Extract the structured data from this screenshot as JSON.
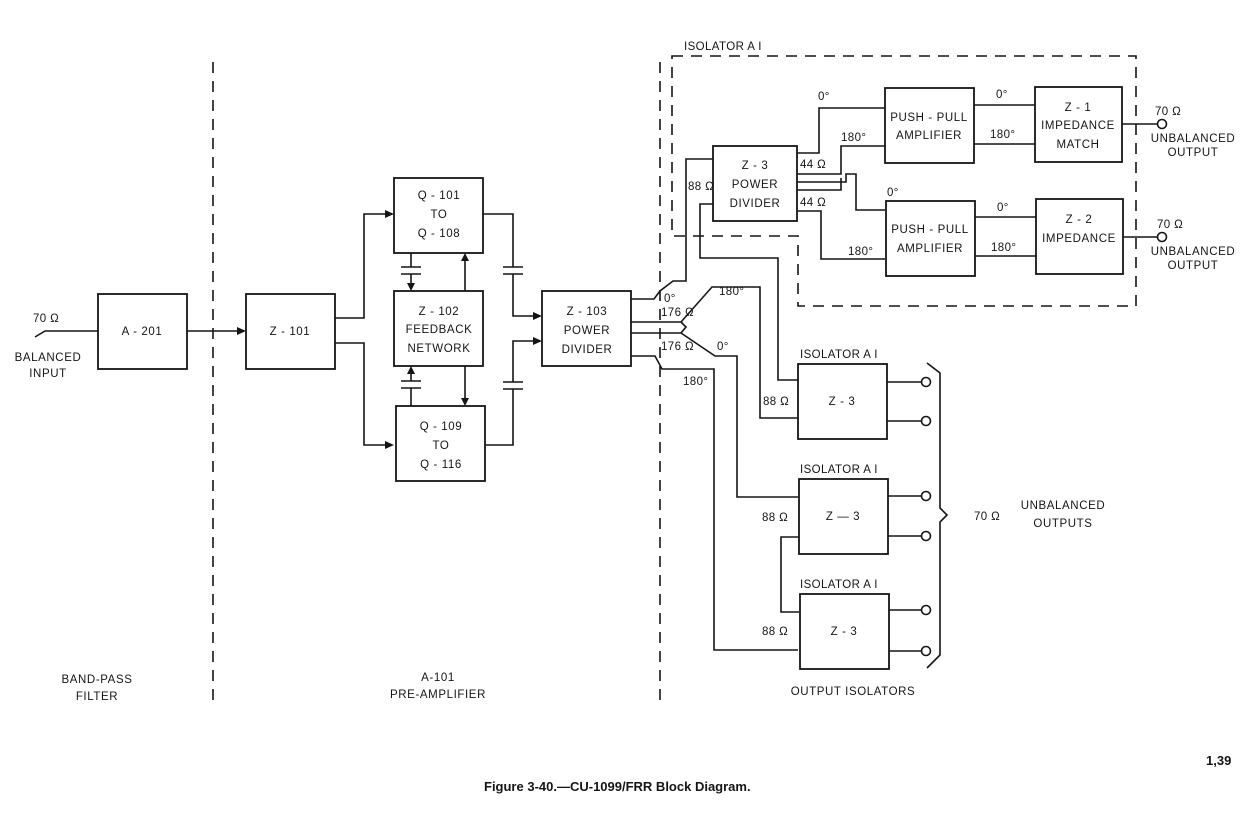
{
  "figure": {
    "caption": "Figure 3-40.—CU-1099/FRR Block Diagram.",
    "page_ref": "1,39"
  },
  "input": {
    "impedance": "70 Ω",
    "label_line1": "BALANCED",
    "label_line2": "INPUT"
  },
  "sections": {
    "band_pass": {
      "line1": "BAND-PASS",
      "line2": "FILTER"
    },
    "pre_amp": {
      "line1": "A-101",
      "line2": "PRE-AMPLIFIER"
    },
    "output_isolators": {
      "line1": "OUTPUT ISOLATORS"
    },
    "isolator_a1_top": "ISOLATOR A I"
  },
  "blocks": {
    "a201": {
      "line1": "A - 201"
    },
    "z101": {
      "line1": "Z - 101"
    },
    "q101": {
      "line1": "Q - 101",
      "line2": "TO",
      "line3": "Q - 108"
    },
    "z102": {
      "line1": "Z - 102",
      "line2": "FEEDBACK",
      "line3": "NETWORK"
    },
    "q109": {
      "line1": "Q - 109",
      "line2": "TO",
      "line3": "Q - 116"
    },
    "z103": {
      "line1": "Z - 103",
      "line2": "POWER",
      "line3": "DIVIDER"
    },
    "z3_divider": {
      "line1": "Z - 3",
      "line2": "POWER",
      "line3": "DIVIDER"
    },
    "pp_amp1": {
      "line1": "PUSH - PULL",
      "line2": "AMPLIFIER"
    },
    "pp_amp2": {
      "line1": "PUSH - PULL",
      "line2": "AMPLIFIER"
    },
    "z1": {
      "line1": "Z - 1",
      "line2": "IMPEDANCE",
      "line3": "MATCH"
    },
    "z2": {
      "line1": "Z - 2",
      "line2": "IMPEDANCE"
    },
    "iso1": {
      "title": "ISOLATOR A I",
      "line1": "Z - 3"
    },
    "iso2": {
      "title": "ISOLATOR A I",
      "line1": "Z — 3"
    },
    "iso3": {
      "title": "ISOLATOR A I",
      "line1": "Z - 3"
    }
  },
  "signal_labels": {
    "z103_out_0": "0°",
    "z103_out_176a": "176 Ω",
    "z103_out_176b": "176 Ω",
    "cross_180": "180°",
    "cross_0": "0°",
    "z103_out_180": "180°",
    "z3_in_88": "88 Ω",
    "z3_out_44a": "44 Ω",
    "z3_out_44b": "44 Ω",
    "pp1_in_0": "0°",
    "pp1_in_180": "180°",
    "pp2_in_0": "0°",
    "pp2_in_180": "180°",
    "pp1_out_0": "0°",
    "pp1_out_180": "180°",
    "pp2_out_0": "0°",
    "pp2_out_180": "180°",
    "iso1_88": "88 Ω",
    "iso2_88": "88 Ω",
    "iso3_88": "88 Ω"
  },
  "outputs": {
    "out1": {
      "impedance": "70 Ω",
      "line1": "UNBALANCED",
      "line2": "OUTPUT"
    },
    "out2": {
      "impedance": "70 Ω",
      "line1": "UNBALANCED",
      "line2": "OUTPUT"
    },
    "group": {
      "impedance": "70 Ω",
      "line1": "UNBALANCED",
      "line2": "OUTPUTS"
    }
  }
}
